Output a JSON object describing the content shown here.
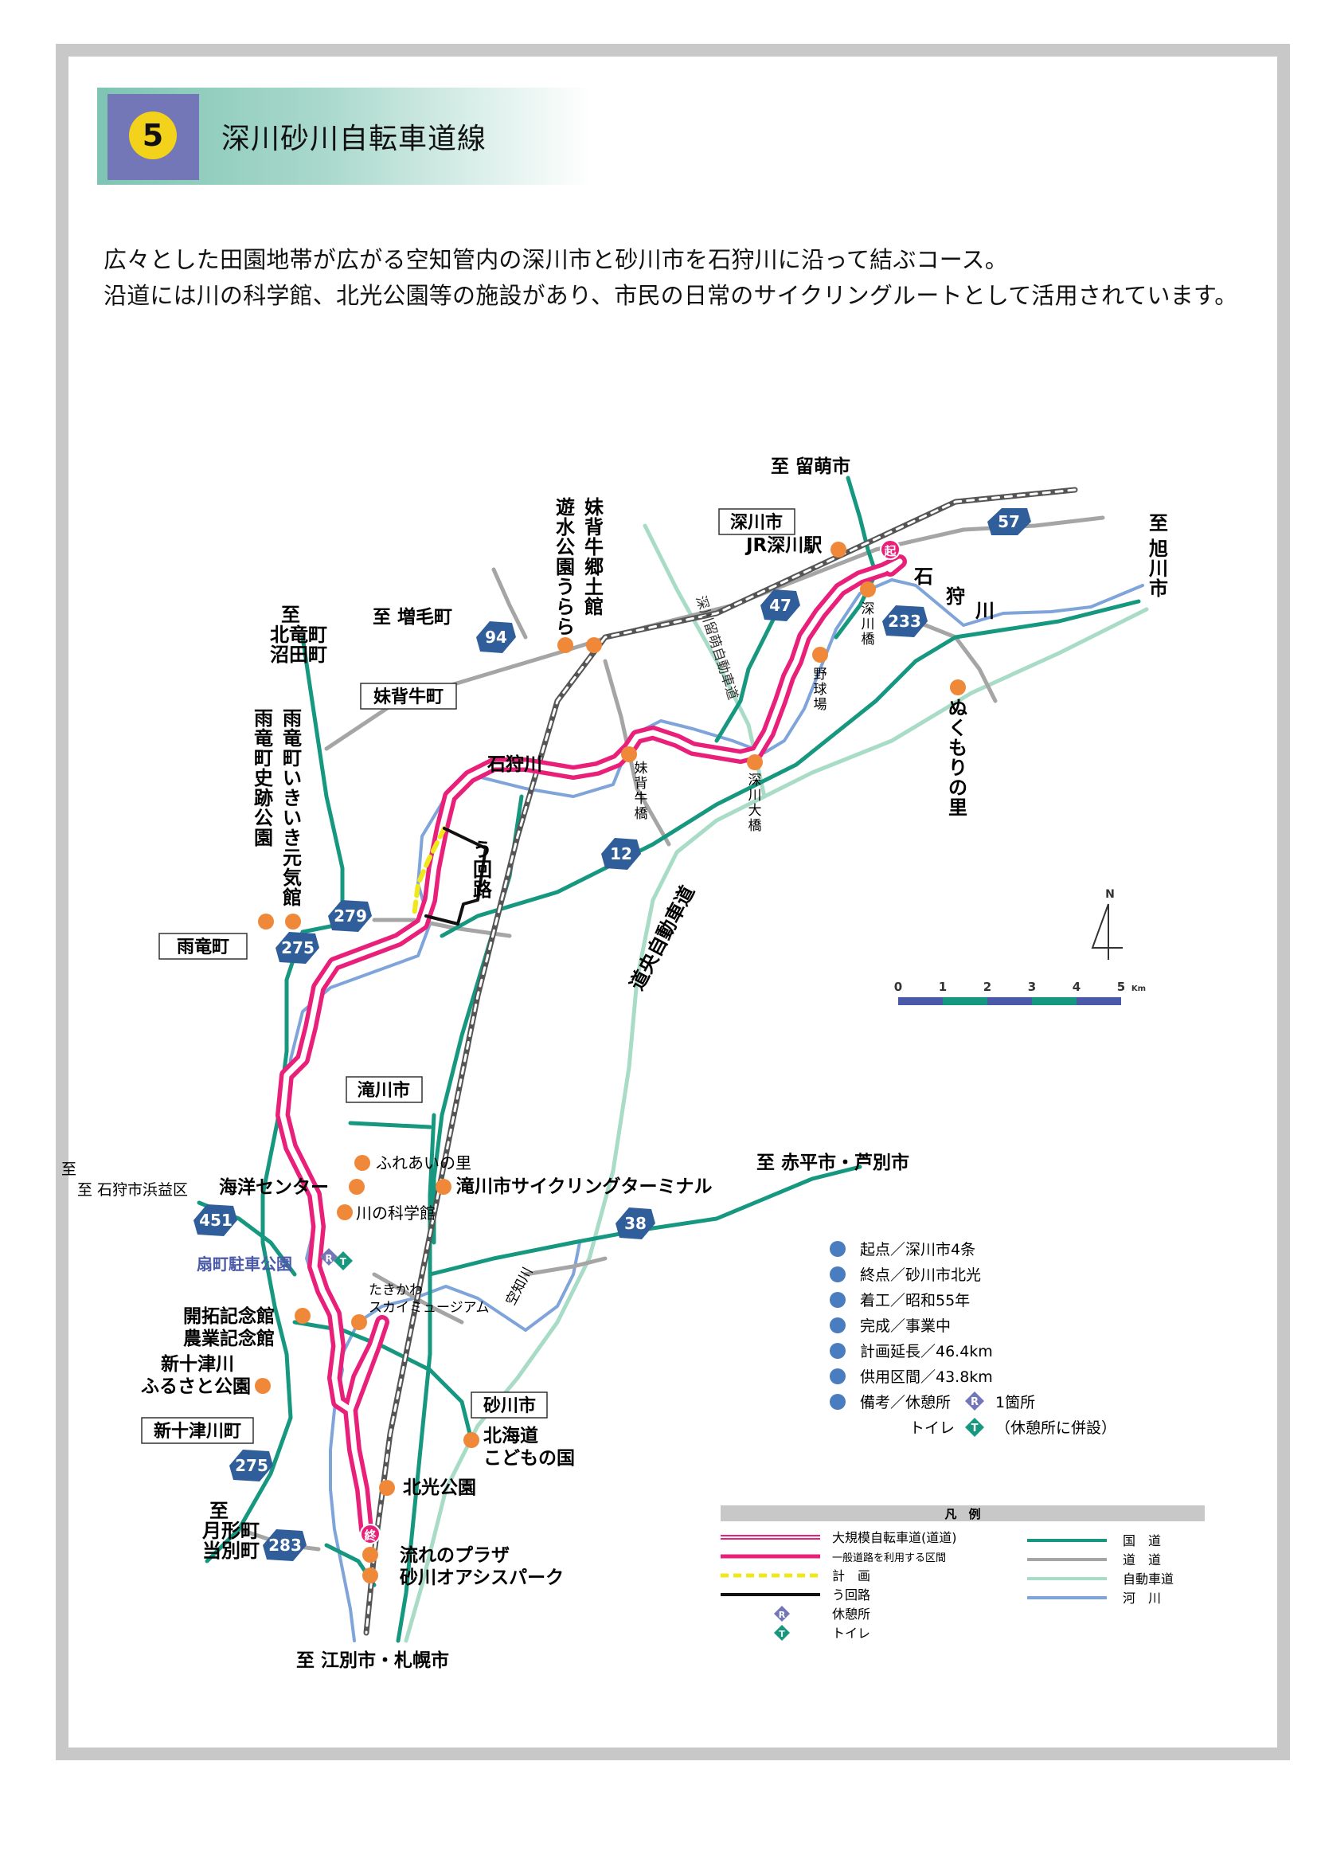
{
  "route": {
    "number": "5",
    "title": "深川砂川自転車道線"
  },
  "description": [
    "広々とした田園地帯が広がる空知管内の深川市と砂川市を石狩川に沿って結ぶコース。",
    "沿道には川の科学館、北光公園等の施設があり、市民の日常のサイクリングルートとして活用されています。"
  ],
  "map": {
    "directions": {
      "rumoi": "至 留萌市",
      "asahikawa": "至 旭川市",
      "mashike": "至 増毛町",
      "hokuryu": "至 北竜町 沼田町",
      "ishikari": "至 石狩市浜益区",
      "akabira": "至 赤平市・芦別市",
      "tsukigata": "至 月形町 当別町",
      "ebetsu": "至 江別市・札幌市"
    },
    "municipalities": [
      "深川市",
      "妹背牛町",
      "雨竜町",
      "滝川市",
      "砂川市",
      "新十津川町"
    ],
    "road_shields": [
      "57",
      "47",
      "233",
      "94",
      "12",
      "279",
      "275",
      "451",
      "38",
      "275",
      "283"
    ],
    "rivers": {
      "ishikari_upper": "石狩川",
      "ishikari_mid": "石狩川",
      "sorachi": "空知川"
    },
    "expressway": "道央自動車道",
    "expressway_fukagawa": "深川留萌自動車道",
    "detour": "う回路",
    "places": {
      "jr_fukagawa": "JR深川駅",
      "fukagawa_bridge": "深川橋",
      "baseball": "野球場",
      "nukumori": "ぬくもりの里",
      "fukagawa_ohashi": "深川大橋",
      "moseushi_bridge": "妹背牛橋",
      "yusui": "遊水公園うらら",
      "moseushi_kyodo": "妹背牛郷土館",
      "ikiiki": "雨竜町いきいき元気館",
      "shiseki": "雨竜町史跡公園",
      "fureai": "ふれあいの里",
      "kaiyo": "海洋センター",
      "kawa": "川の科学館",
      "terminal": "滝川市サイクリングターミナル",
      "ogimachi": "扇町駐車公園",
      "sky": "たきかわ スカイミュージアム",
      "kaitaku": "開拓記念館 農業記念館",
      "furusato": "新十津川 ふるさと公園",
      "kodomo": "北海道 こどもの国",
      "hokko": "北光公園",
      "nagare": "流れのプラザ",
      "oasis": "砂川オアシスパーク"
    },
    "start_marker": "起",
    "end_marker": "終",
    "north": "N",
    "scale": {
      "ticks": [
        "0",
        "1",
        "2",
        "3",
        "4",
        "5"
      ],
      "unit": "Km"
    }
  },
  "info": [
    {
      "label": "起点／深川市4条"
    },
    {
      "label": "終点／砂川市北光"
    },
    {
      "label": "着工／昭和55年"
    },
    {
      "label": "完成／事業中"
    },
    {
      "label": "計画延長／46.4km"
    },
    {
      "label": "供用区間／43.8km"
    },
    {
      "label": "備考／休憩所",
      "extra": "1箇所"
    },
    {
      "label": "トイレ",
      "extra": "（休憩所に併設）"
    }
  ],
  "icons": {
    "rest": "R",
    "toilet": "T"
  },
  "legend": {
    "title": "凡　例",
    "items": [
      "大規模自転車道(道道)",
      "一般道路を利用する区間",
      "計　画",
      "う回路",
      "休憩所",
      "トイレ",
      "国　道",
      "道　道",
      "自動車道",
      "河　川"
    ]
  },
  "colors": {
    "cycle_route": "#e8207a",
    "national_road": "#16977f",
    "prefectural_road": "#a5a5a5",
    "expressway": "#a8dcc6",
    "river": "#7fa4da",
    "railway": "#555555",
    "poi": "#f0883a",
    "info_dot": "#4a7cc0",
    "shield": "#2f5e9a",
    "plan": "#f0e81a"
  }
}
